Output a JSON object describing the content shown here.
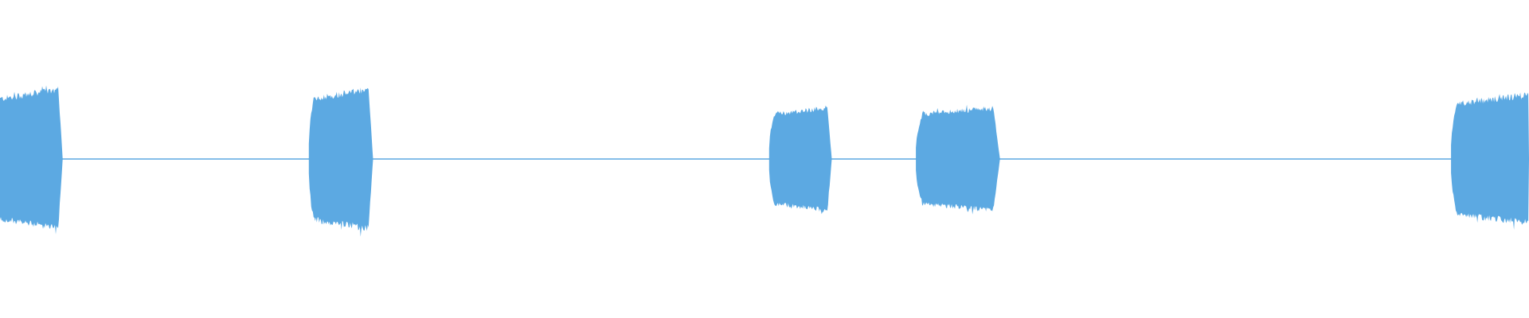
{
  "waveform": {
    "color": "#5ca9e2",
    "background": "#ffffff",
    "duration_fraction_note_free": true,
    "baseline_amplitude": 0.004,
    "segments": [
      {
        "start": 0.0,
        "end": 0.041,
        "amplitude": 0.46,
        "attack": "instant",
        "release": "sharp"
      },
      {
        "start": 0.202,
        "end": 0.244,
        "amplitude": 0.46,
        "attack": "swell",
        "release": "sharp"
      },
      {
        "start": 0.503,
        "end": 0.544,
        "amplitude": 0.34,
        "attack": "swell",
        "release": "sharp"
      },
      {
        "start": 0.599,
        "end": 0.654,
        "amplitude": 0.34,
        "attack": "swell",
        "release": "taper"
      },
      {
        "start": 0.949,
        "end": 1.0,
        "amplitude": 0.42,
        "attack": "swell",
        "release": "instant"
      }
    ]
  }
}
